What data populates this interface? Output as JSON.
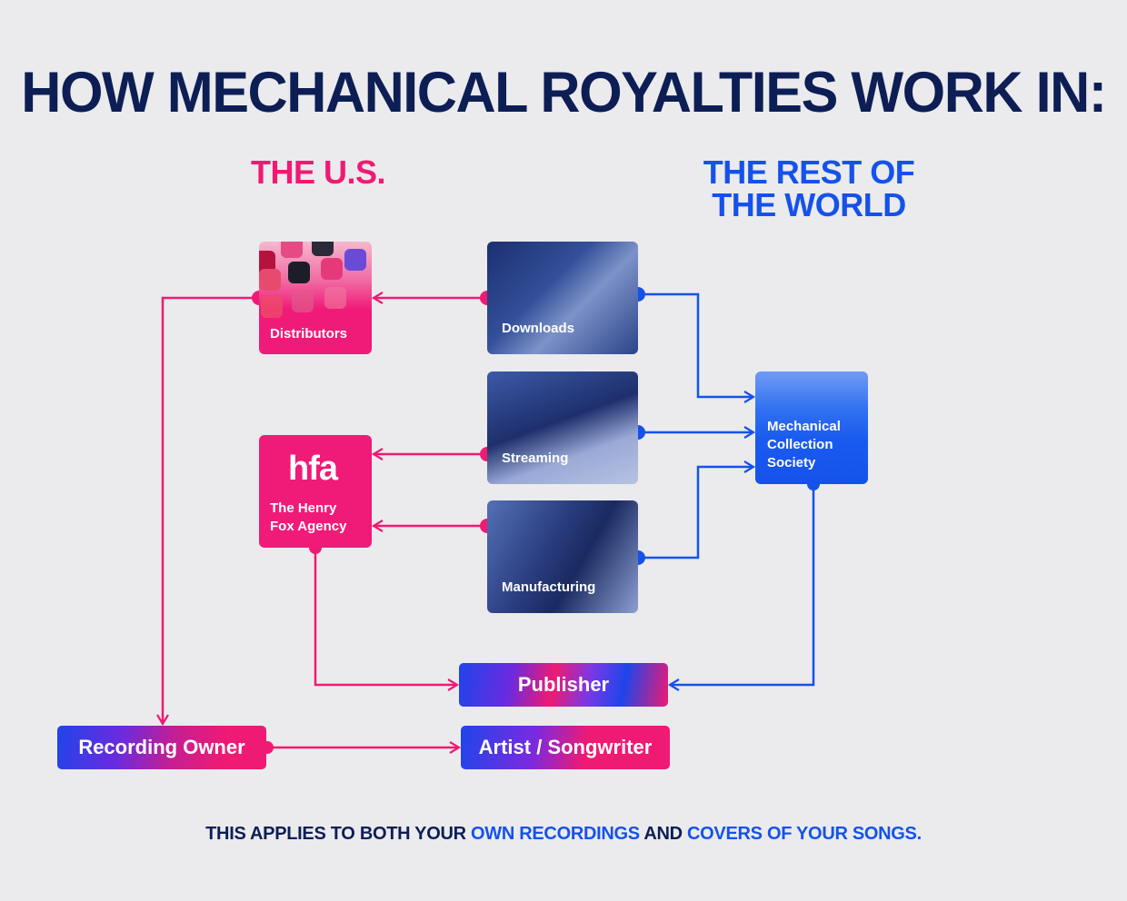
{
  "title": "HOW MECHANICAL ROYALTIES WORK IN:",
  "columns": {
    "us": "THE U.S.",
    "world_line1": "THE REST OF",
    "world_line2": "THE WORLD"
  },
  "nodes": {
    "distributors": "Distributors",
    "hfa_logo": "hfa",
    "hfa_line1": "The Henry",
    "hfa_line2": "Fox Agency",
    "downloads": "Downloads",
    "streaming": "Streaming",
    "manufacturing": "Manufacturing",
    "mcs_line1": "Mechanical",
    "mcs_line2": "Collection",
    "mcs_line3": "Society",
    "publisher": "Publisher",
    "recording_owner": "Recording Owner",
    "artist_songwriter": "Artist / Songwriter"
  },
  "footer": {
    "part1": "THIS APPLIES TO BOTH YOUR ",
    "highlight1": "OWN RECORDINGS",
    "part2": " AND ",
    "highlight2": "COVERS OF YOUR SONGS."
  },
  "colors": {
    "navy": "#0d1e55",
    "pink": "#ef1a73",
    "blue": "#1552ea",
    "background": "#ebebed"
  }
}
